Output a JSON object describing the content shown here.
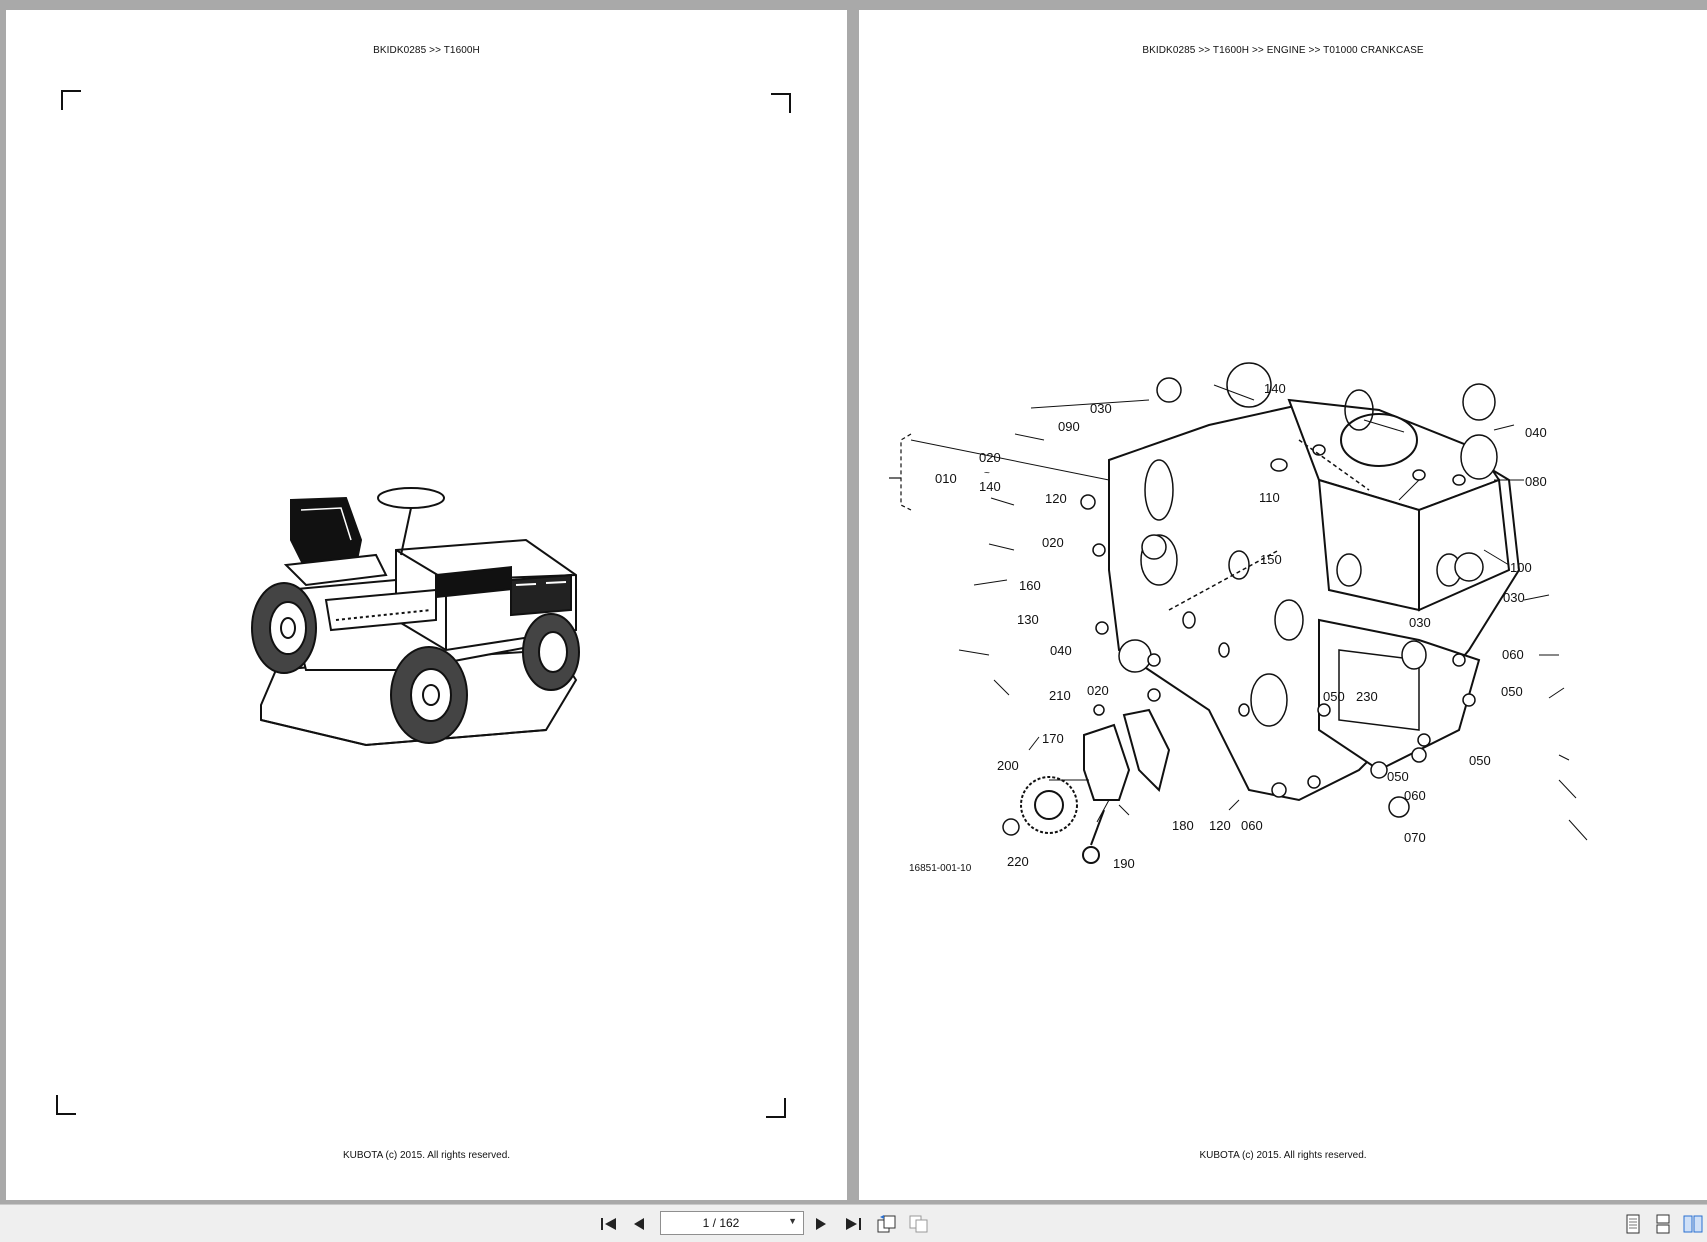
{
  "left_page": {
    "breadcrumb": "BKIDK0285 >> T1600H",
    "footer": "KUBOTA (c) 2015. All rights reserved.",
    "illustration": "tractor-mower"
  },
  "right_page": {
    "breadcrumb": "BKIDK0285 >> T1600H >> ENGINE >> T01000   CRANKCASE",
    "footer": "KUBOTA (c) 2015. All rights reserved.",
    "figure_id": "16851-001-10",
    "callouts": {
      "c140top": "140",
      "c030a": "030",
      "c090": "090",
      "c020top": "020",
      "ctilde": "~",
      "c140mid": "140",
      "c010": "010",
      "c120a": "120",
      "c110": "110",
      "c020b": "020",
      "c150": "150",
      "c160": "160",
      "c130": "130",
      "c040a": "040",
      "c210": "210",
      "c020c": "020",
      "c170": "170",
      "c200": "200",
      "c180": "180",
      "c120b": "120",
      "c060a": "060",
      "c190": "190",
      "c220": "220",
      "c040b": "040",
      "c080": "080",
      "c100": "100",
      "c030b": "030",
      "c030c": "030",
      "c060b": "060",
      "c050a": "050",
      "c230": "230",
      "c050b": "050",
      "c050c": "050",
      "c050d": "050",
      "c060c": "060",
      "c070": "070"
    }
  },
  "toolbar": {
    "page_indicator": "1 / 162",
    "buttons": [
      "first-page",
      "previous-page",
      "next-page",
      "last-page",
      "rotate",
      "copy",
      "single-page",
      "continuous",
      "two-page"
    ]
  }
}
